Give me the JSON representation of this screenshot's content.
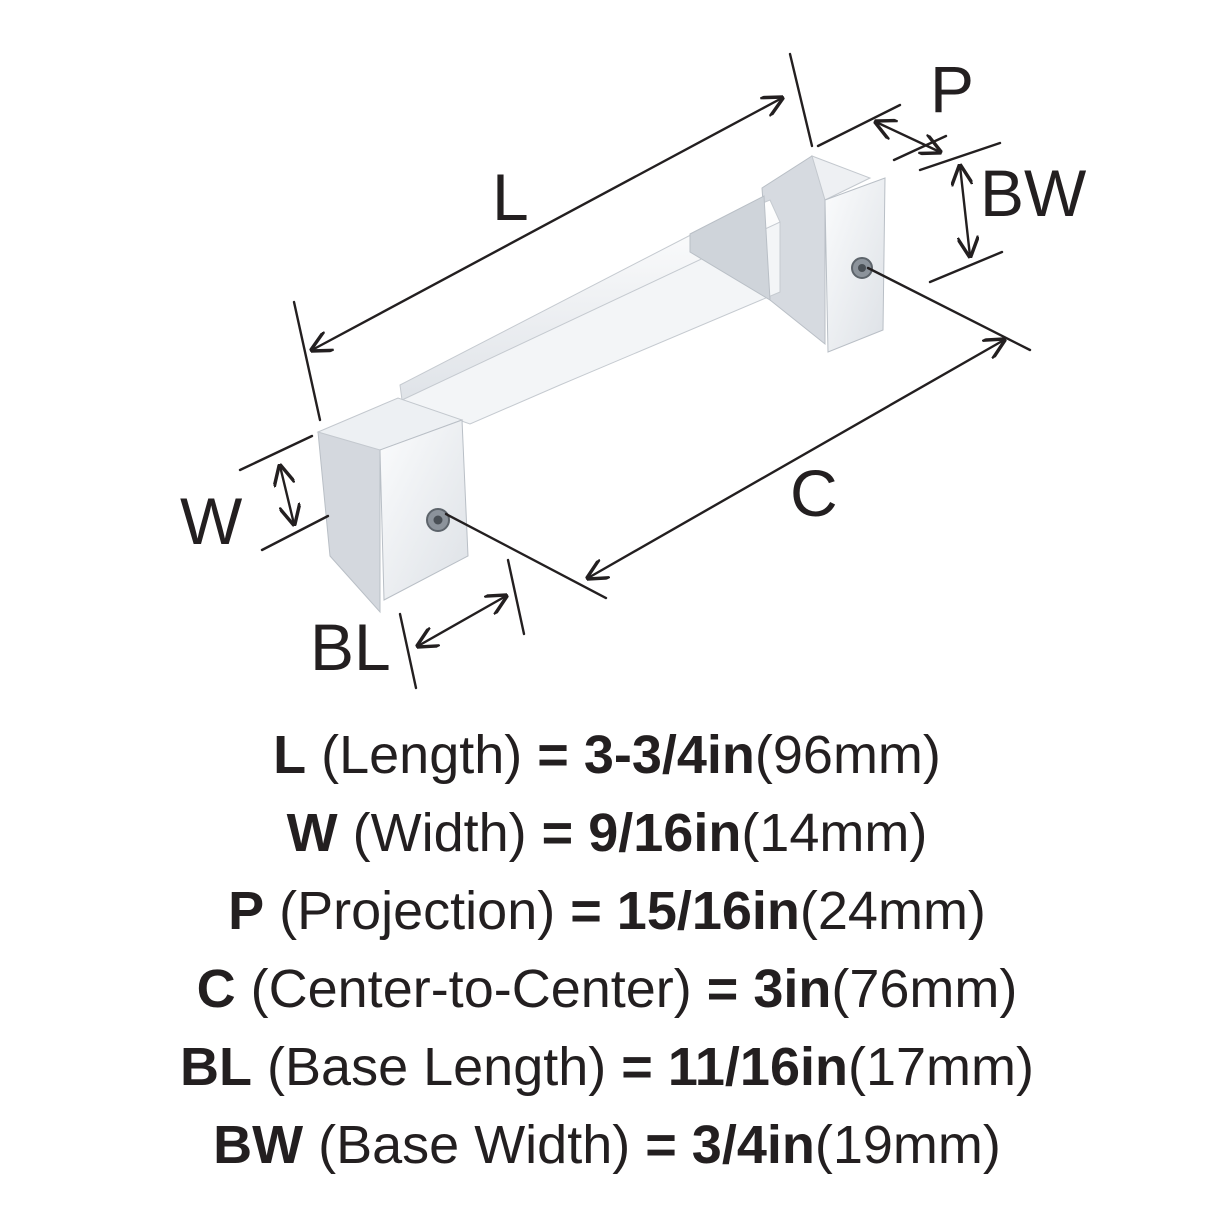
{
  "labels": {
    "length": "L",
    "projection": "P",
    "base_width": "BW",
    "width": "W",
    "center": "C",
    "base_length": "BL"
  },
  "specs": [
    {
      "key": "L",
      "name": "(Length)",
      "eq": "=",
      "imperial": "3-3/4in",
      "metric": "(96mm)"
    },
    {
      "key": "W",
      "name": "(Width)",
      "eq": "=",
      "imperial": "9/16in",
      "metric": "(14mm)"
    },
    {
      "key": "P",
      "name": "(Projection)",
      "eq": "=",
      "imperial": "15/16in",
      "metric": "(24mm)"
    },
    {
      "key": "C",
      "name": "(Center-to-Center)",
      "eq": "=",
      "imperial": "3in",
      "metric": "(76mm)"
    },
    {
      "key": "BL",
      "name": "(Base Length)",
      "eq": "=",
      "imperial": "11/16in",
      "metric": "(17mm)"
    },
    {
      "key": "BW",
      "name": "(Base Width)",
      "eq": "=",
      "imperial": "3/4in",
      "metric": "(19mm)"
    }
  ],
  "colors": {
    "ink": "#231f20",
    "chrome_light": "#f2f4f6",
    "chrome_mid": "#d9dde2",
    "chrome_dark": "#a9b0b8"
  }
}
